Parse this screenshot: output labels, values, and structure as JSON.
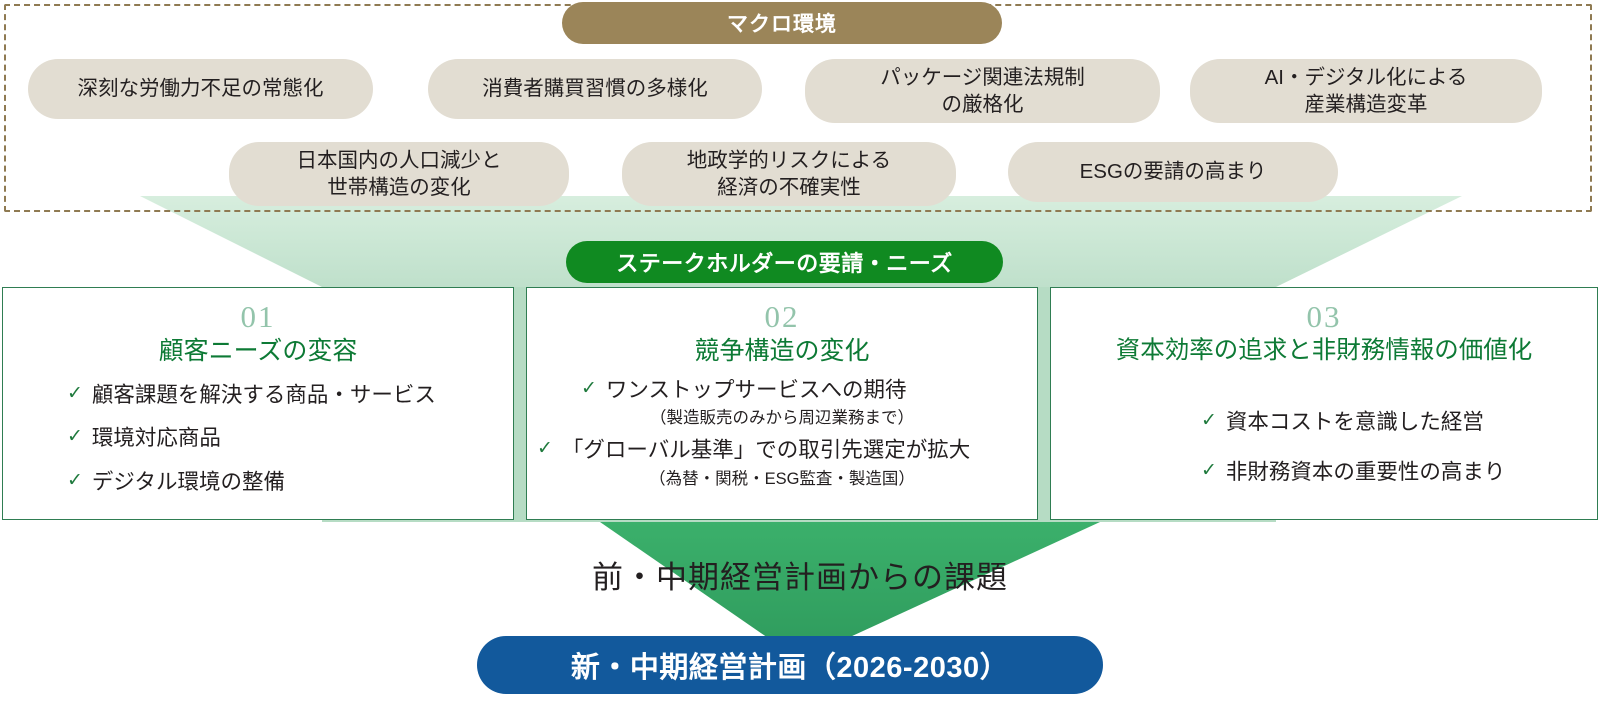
{
  "macro": {
    "banner_label": "マクロ環境",
    "banner_color": "#9b8559",
    "region_border_color": "#8f7a52",
    "pill_color": "#e2ddd2",
    "items": [
      {
        "label": "深刻な労働力不足の常態化"
      },
      {
        "label": "消費者購買習慣の多様化"
      },
      {
        "label": "パッケージ関連法規制\nの厳格化"
      },
      {
        "label": "AI・デジタル化による\n産業構造変革"
      },
      {
        "label": "日本国内の人口減少と\n世帯構造の変化"
      },
      {
        "label": "地政学的リスクによる\n経済の不確実性"
      },
      {
        "label": "ESGの要請の高まり"
      }
    ]
  },
  "stakeholder": {
    "banner_label": "ステークホルダーの要請・ニーズ",
    "banner_color": "#108a21"
  },
  "funnel": {
    "upper_color": "#c8e6d2",
    "lower_color": "#34a264"
  },
  "cards": [
    {
      "number": "01",
      "title": "顧客ニーズの変容",
      "title_color": "#0d7a35",
      "number_color": "#93c4ab",
      "bullets": [
        {
          "check": "✓",
          "text": "顧客課題を解決する商品・サービス"
        },
        {
          "check": "✓",
          "text": "環境対応商品"
        },
        {
          "check": "✓",
          "text": "デジタル環境の整備"
        }
      ],
      "notes": []
    },
    {
      "number": "02",
      "title": "競争構造の変化",
      "title_color": "#0d7a35",
      "number_color": "#93c4ab",
      "bullets": [
        {
          "check": "✓",
          "text": "ワンストップサービスへの期待"
        },
        {
          "check": "✓",
          "text": "「グローバル基準」での取引先選定が拡大"
        }
      ],
      "notes": [
        "（製造販売のみから周辺業務まで）",
        "（為替・関税・ESG監査・製造国）"
      ]
    },
    {
      "number": "03",
      "title": "資本効率の追求と非財務情報の価値化",
      "title_color": "#0d7a35",
      "number_color": "#93c4ab",
      "bullets": [
        {
          "check": "✓",
          "text": "資本コストを意識した経営"
        },
        {
          "check": "✓",
          "text": "非財務資本の重要性の高まり"
        }
      ],
      "notes": []
    }
  ],
  "mid_caption": {
    "label": "前・中期経営計画からの課題"
  },
  "bottom": {
    "label": "新・中期経営計画（2026-2030）",
    "color": "#12599c"
  }
}
